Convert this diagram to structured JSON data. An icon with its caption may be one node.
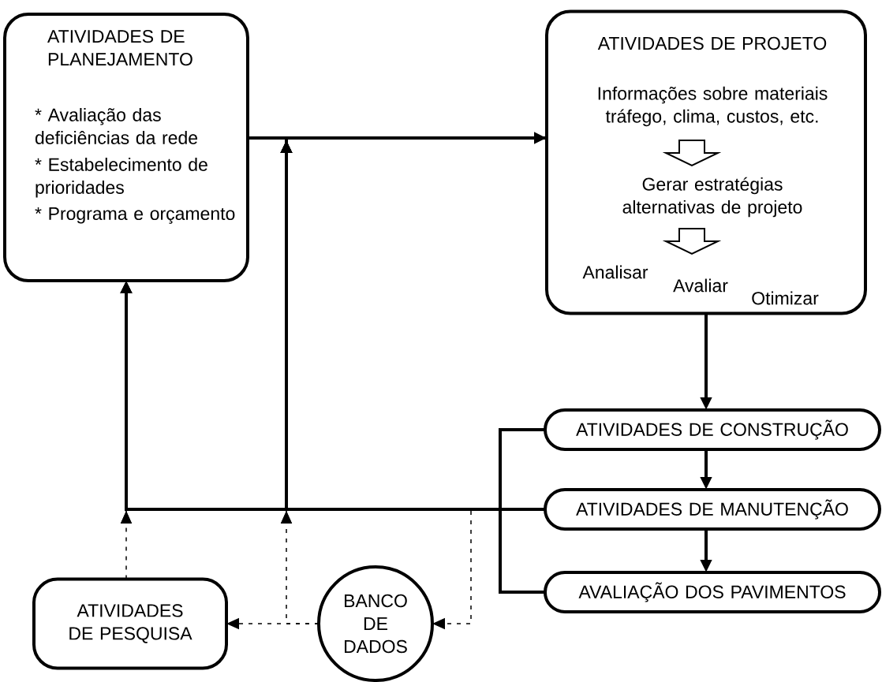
{
  "diagram": {
    "nodes": [
      {
        "text": [
          "ATIVIDADES DE PLANEJAMENTO",
          "* Avaliação das deficiências da rede",
          "* Estabelecimento de prioridades",
          "* Programa e orçamento"
        ]
      },
      {
        "text": [
          "ATIVIDADES DE PROJETO",
          "Informações sobre materiais tráfego, clima, custos, etc.",
          "Gerar estratégias alternativas de projeto",
          "Analisar",
          "Avaliar",
          "Otimizar"
        ]
      },
      {
        "text": [
          "ATIVIDADES DE CONSTRUÇÃO"
        ]
      },
      {
        "text": [
          "ATIVIDADES DE MANUTENÇÃO"
        ]
      },
      {
        "text": [
          "AVALIAÇÃO DOS PAVIMENTOS"
        ]
      },
      {
        "text": [
          "ATIVIDADES DE PESQUISA"
        ]
      },
      {
        "text": [
          "BANCO DE DADOS"
        ]
      }
    ],
    "edges": [
      {
        "from": 0,
        "to": 1,
        "arrow": "to"
      },
      {
        "from": 1,
        "to": 2,
        "arrow": "to"
      },
      {
        "from": 2,
        "to": 3,
        "arrow": "to"
      },
      {
        "from": 3,
        "to": 4,
        "arrow": "to"
      },
      {
        "from": 2,
        "to": 0,
        "arrow": "to"
      },
      {
        "from": 3,
        "to": 0,
        "arrow": "to"
      },
      {
        "from": 4,
        "to": 0,
        "arrow": "to"
      },
      {
        "from": 2,
        "to": 1,
        "arrow": "to"
      },
      {
        "from": 3,
        "to": 1,
        "arrow": "to"
      },
      {
        "from": 4,
        "to": 1,
        "arrow": "to"
      },
      {
        "from": 3,
        "to": 6,
        "arrow": "to",
        "style": "dashed"
      },
      {
        "from": 6,
        "to": 5,
        "arrow": "to",
        "style": "dashed"
      },
      {
        "from": 6,
        "to": 1,
        "arrow": "to",
        "style": "dashed"
      },
      {
        "from": 5,
        "to": 0,
        "arrow": "to",
        "style": "dashed"
      }
    ]
  }
}
